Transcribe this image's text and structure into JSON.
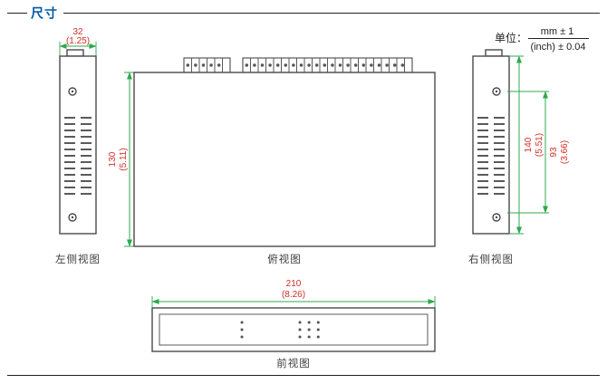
{
  "header": {
    "title": "尺寸",
    "unit_label": "单位：",
    "unit_mm": "mm ± 1",
    "unit_inch": "(inch) ± 0.04"
  },
  "views": {
    "left_side": {
      "label": "左侧视图",
      "width_mm": "32",
      "width_inch": "(1.25)"
    },
    "top": {
      "label": "俯视图",
      "height_mm": "130",
      "height_inch": "(5.11)"
    },
    "right_side": {
      "label": "右侧视图",
      "height_mm": "140",
      "height_inch": "(5.51)",
      "inner_height_mm": "93",
      "inner_height_inch": "(3.66)"
    },
    "front": {
      "label": "前视图",
      "width_mm": "210",
      "width_inch": "(8.26)"
    }
  },
  "colors": {
    "title": "#0058A8",
    "dimension_text": "#D02E26",
    "dimension_line": "#2FA84F",
    "outline": "#4A4A4A"
  }
}
